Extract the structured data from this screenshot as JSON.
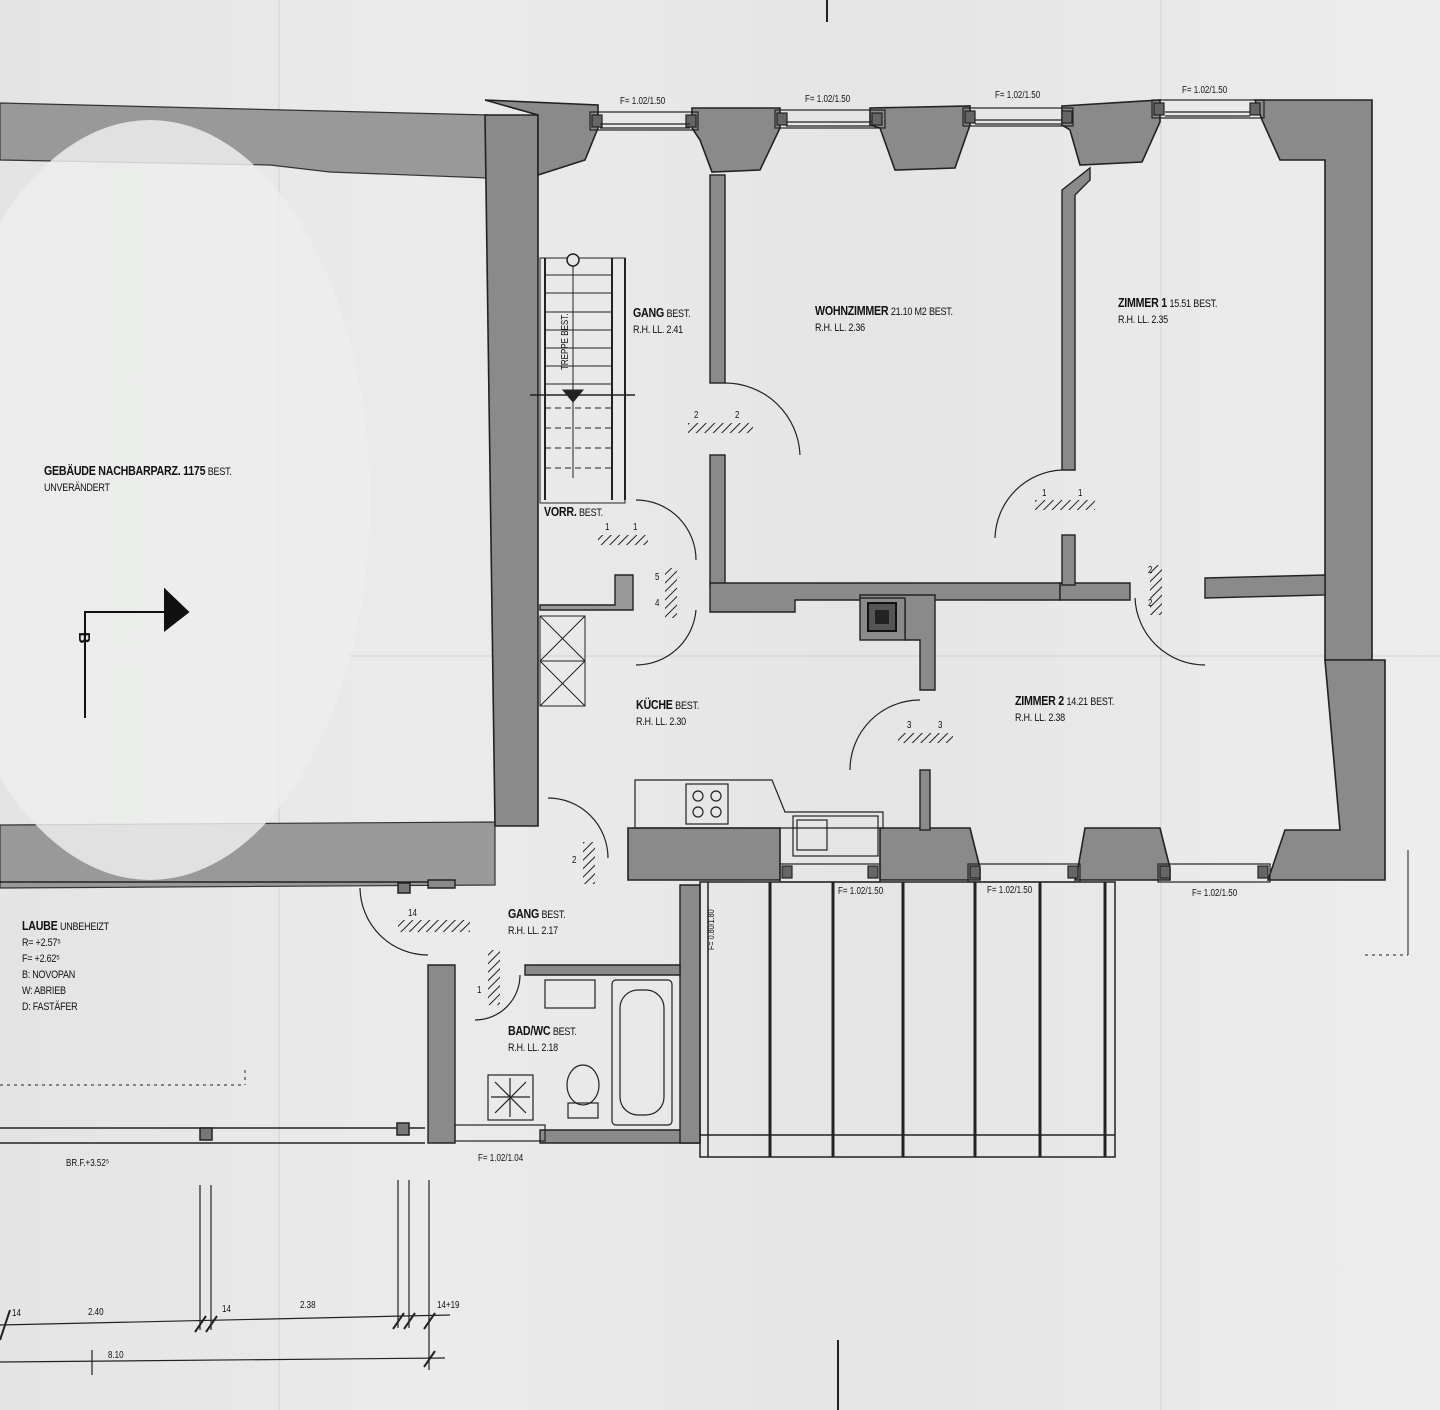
{
  "drawing": {
    "type": "floor plan (photographed blueprint)",
    "section_marker": "B"
  },
  "neighbor": {
    "title": "GEBÄUDE NACHBARPARZ. 1175",
    "status": "BEST.",
    "note": "UNVERÄNDERT"
  },
  "rooms": [
    {
      "id": "gang-top",
      "name": "GANG",
      "status": "BEST.",
      "height": "R.H. LL. 2.41"
    },
    {
      "id": "wohnzimmer",
      "name": "WOHNZIMMER",
      "area": "21.10 M2",
      "status": "BEST.",
      "height": "R.H. LL. 2.36"
    },
    {
      "id": "zimmer1",
      "name": "ZIMMER 1",
      "area": "15.51",
      "status": "BEST.",
      "height": "R.H. LL. 2.35"
    },
    {
      "id": "vorr",
      "name": "VORR.",
      "status": "BEST."
    },
    {
      "id": "kueche",
      "name": "KÜCHE",
      "status": "BEST.",
      "height": "R.H. LL. 2.30"
    },
    {
      "id": "zimmer2",
      "name": "ZIMMER 2",
      "area": "14.21",
      "status": "BEST.",
      "height": "R.H. LL. 2.38"
    },
    {
      "id": "gang-bottom",
      "name": "GANG",
      "status": "BEST.",
      "height": "R.H. LL. 2.17"
    },
    {
      "id": "bad-wc",
      "name": "BAD/WC",
      "status": "BEST.",
      "height": "R.H. LL. 2.18"
    }
  ],
  "laube": {
    "title": "LAUBE",
    "status": "UNBEHEIZT",
    "lines": [
      "R= +2.57⁵",
      "F= +2.62⁵",
      "B: NOVOPAN",
      "W: ABRIEB",
      "D: FASTÄFER"
    ]
  },
  "stair_label": "TREPPE BEST.",
  "windows": {
    "top": [
      "F= 1.02/1.50",
      "F= 1.02/1.50",
      "F= 1.02/1.50",
      "F= 1.02/1.50"
    ],
    "bottom": [
      "F= 1.02/1.50",
      "F= 1.02/1.50",
      "F= 1.02/1.50"
    ],
    "bath": "F= 1.02/1.04",
    "side": "F= 0.80/1.80"
  },
  "door_marks": {
    "gang_wohn": [
      "2",
      "2"
    ],
    "wohn_zimmer1": [
      "1",
      "1"
    ],
    "vorr": [
      "1",
      "1"
    ],
    "vorr_side": [
      "5",
      "4"
    ],
    "zimmer1_zimmer2": [
      "2",
      "2"
    ],
    "kueche_zimmer2": [
      "3",
      "3"
    ],
    "gang_bottom": "2",
    "laube_door": "14",
    "bath_door": "1"
  },
  "dimensions": {
    "brf": "BR.F.+3.52⁵",
    "row1": [
      "14",
      "2.40",
      "14",
      "2.38",
      "14+19"
    ],
    "total": "8.10"
  }
}
